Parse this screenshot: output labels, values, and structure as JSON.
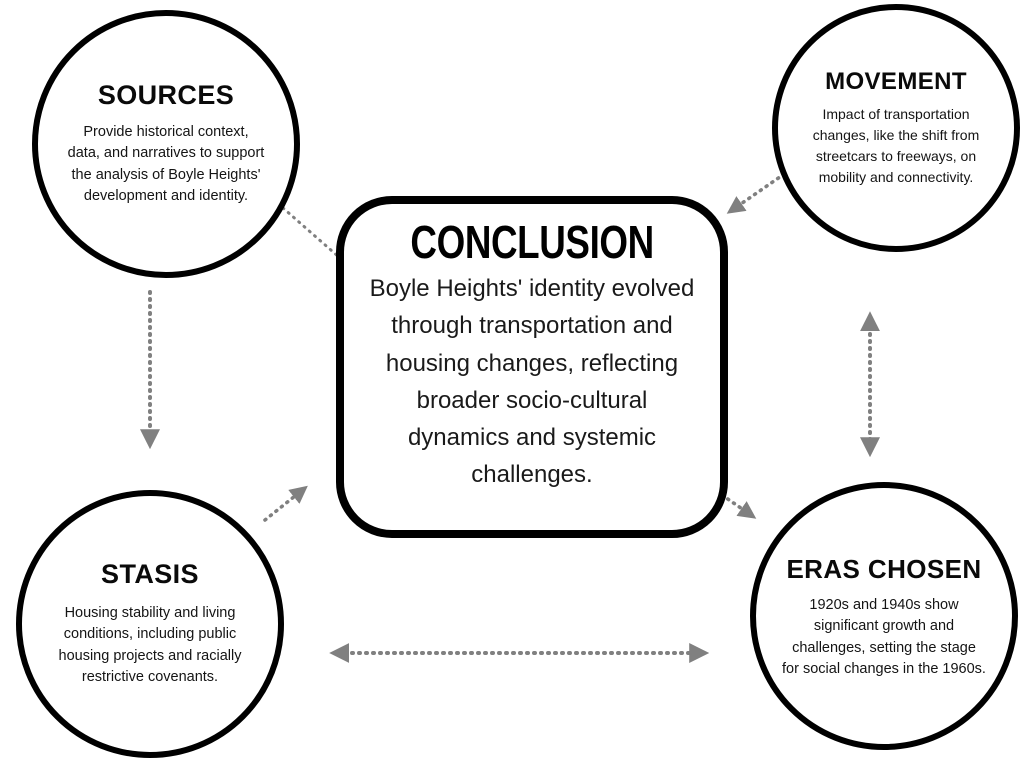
{
  "diagram": {
    "title_node": {
      "name": "CONCLUSION",
      "title": "CONCLUSION",
      "body": "Boyle Heights' identity evolved through transportation and housing changes, reflecting broader socio-cultural dynamics and systemic challenges."
    },
    "nodes": [
      {
        "key": "sources",
        "title": "SOURCES",
        "body": "Provide historical context, data, and narratives to support the analysis of Boyle Heights' development and identity."
      },
      {
        "key": "movement",
        "title": "MOVEMENT",
        "body": "Impact of transportation changes, like the shift from streetcars to freeways, on mobility and connectivity."
      },
      {
        "key": "stasis",
        "title": "STASIS",
        "body": "Housing stability and living conditions, including public housing projects and racially restrictive covenants."
      },
      {
        "key": "eras",
        "title": "ERAS CHOSEN",
        "body": "1920s and 1940s show significant growth and challenges, setting the stage for social changes in the 1960s."
      }
    ],
    "connectors": [
      {
        "key": "sources-to-conclusion",
        "from": "sources",
        "to": "conclusion",
        "style": "dotted",
        "arrowheads": "none"
      },
      {
        "key": "movement-to-conclusion",
        "from": "movement",
        "to": "conclusion",
        "style": "dotted",
        "arrowheads": "end"
      },
      {
        "key": "stasis-to-conclusion",
        "from": "stasis",
        "to": "conclusion",
        "style": "dotted",
        "arrowheads": "end"
      },
      {
        "key": "conclusion-to-eras",
        "from": "conclusion",
        "to": "eras",
        "style": "dotted",
        "arrowheads": "end"
      },
      {
        "key": "sources-to-stasis",
        "from": "sources",
        "to": "stasis",
        "style": "dotted",
        "arrowheads": "end"
      },
      {
        "key": "movement-to-eras",
        "from": "movement",
        "to": "eras",
        "style": "dotted",
        "arrowheads": "both"
      },
      {
        "key": "stasis-to-eras",
        "from": "stasis",
        "to": "eras",
        "style": "dotted",
        "arrowheads": "both"
      }
    ],
    "colors": {
      "background": "#ffffff",
      "node_stroke": "#000000",
      "text": "#111111",
      "connector": "#808080"
    }
  }
}
